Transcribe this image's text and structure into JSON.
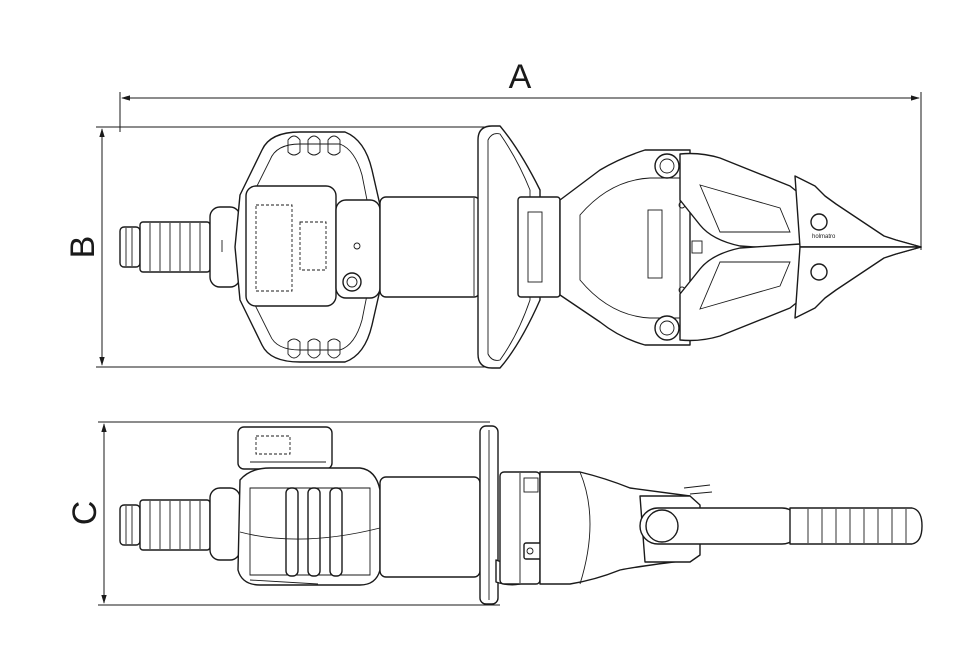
{
  "dimensions": {
    "a_label": "A",
    "b_label": "B",
    "c_label": "C"
  },
  "tool": {
    "brand_text": "holmatro"
  },
  "colors": {
    "line": "#1a1a1a",
    "background": "#ffffff"
  }
}
